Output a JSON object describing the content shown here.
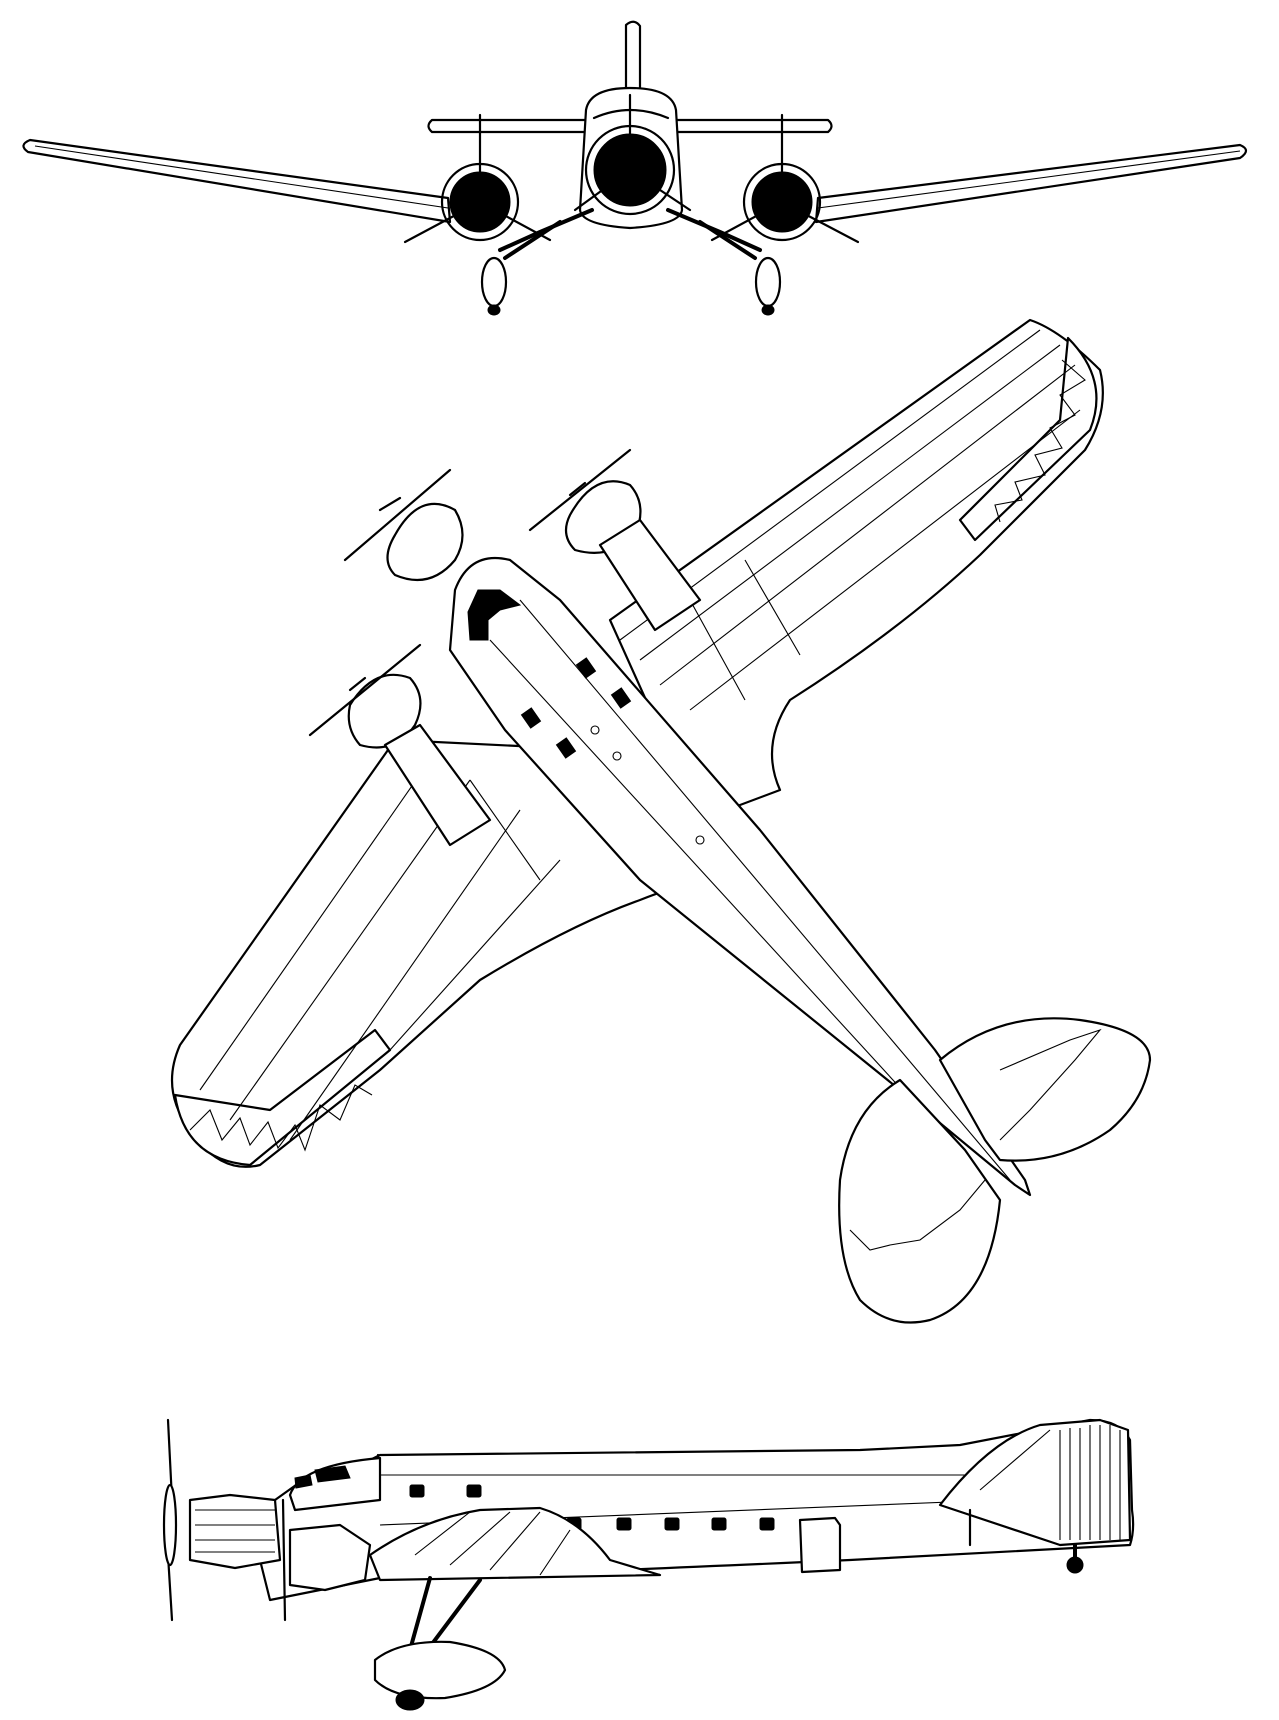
{
  "colors": {
    "ink": "#000000",
    "paper": "#ffffff"
  },
  "views": [
    {
      "id": "front-view"
    },
    {
      "id": "plan-view"
    },
    {
      "id": "side-view"
    }
  ]
}
